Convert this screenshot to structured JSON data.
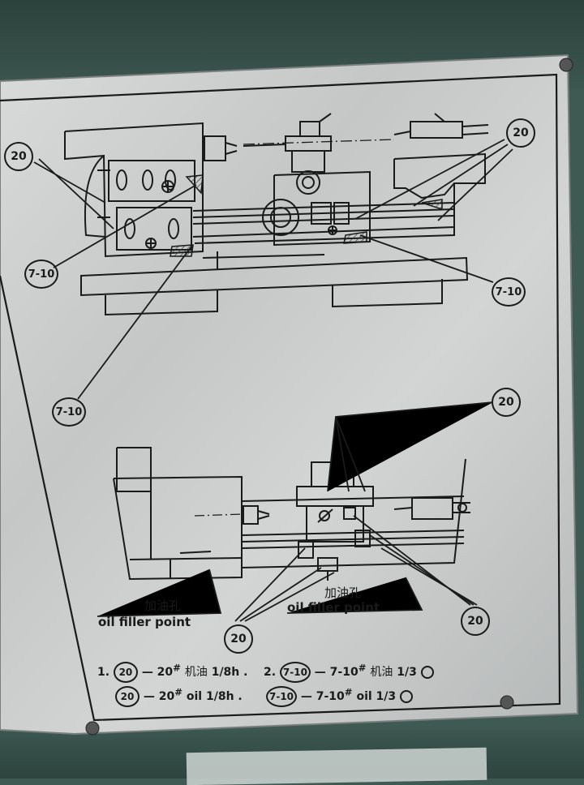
{
  "plate": {
    "callouts": {
      "top_left": "20",
      "top_right": "20",
      "left_mid": "7-10",
      "right_mid": "7-10",
      "left_low": "7-10",
      "lower_top": "20",
      "lower_left": "20",
      "lower_right": "20"
    },
    "filler_labels": [
      {
        "cn": "加油孔",
        "en": "oil filler point"
      },
      {
        "cn": "加油孔",
        "en": "oil filler point"
      }
    ],
    "legend": {
      "row1": {
        "index1": "1.",
        "badge1": "20",
        "text1": "— 20",
        "sup1": "#",
        "cn1": "机油",
        "frac1": "1/8h .",
        "index2": "2.",
        "badge2": "7-10",
        "text2": "— 7-10",
        "sup2": "#",
        "cn2": "机油",
        "frac2": "1/3"
      },
      "row2": {
        "badge1": "20",
        "text1": "— 20",
        "sup1": "#",
        "oil1": "oil",
        "frac1": "1/8h .",
        "badge2": "7-10",
        "text2": "— 7-10",
        "sup2": "#",
        "oil2": "oil",
        "frac2": "1/3"
      }
    },
    "colors": {
      "plate": "#c9cccb",
      "ink": "#1a1a1a",
      "hatch": "#555555"
    }
  }
}
